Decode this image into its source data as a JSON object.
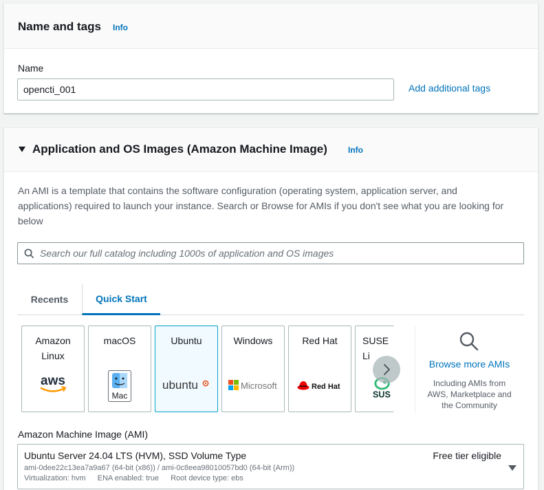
{
  "name_tags": {
    "title": "Name and tags",
    "info": "Info",
    "name_label": "Name",
    "name_value": "opencti_001",
    "add_tags": "Add additional tags"
  },
  "ami_section": {
    "title": "Application and OS Images (Amazon Machine Image)",
    "info": "Info",
    "description_lines": [
      "An AMI is a template that contains the software configuration (operating system, application server, and",
      "applications) required to launch your instance. Search or Browse for AMIs if you don't see what you are looking for",
      "below"
    ],
    "search_placeholder": "Search our full catalog including 1000s of application and OS images",
    "tabs": [
      "Recents",
      "Quick Start"
    ],
    "active_tab": "Quick Start",
    "os_tiles": [
      {
        "name_lines": [
          "Amazon",
          "Linux"
        ],
        "logo": "aws-logo",
        "logo_text": "aws"
      },
      {
        "name_lines": [
          "macOS"
        ],
        "logo": "mac-finder-logo",
        "logo_text": "Mac"
      },
      {
        "name_lines": [
          "Ubuntu"
        ],
        "logo": "ubuntu-logo",
        "logo_text": "ubuntu",
        "selected": true
      },
      {
        "name_lines": [
          "Windows"
        ],
        "logo": "microsoft-logo",
        "logo_text": "Microsoft"
      },
      {
        "name_lines": [
          "Red Hat"
        ],
        "logo": "redhat-logo",
        "logo_text": "Red Hat"
      },
      {
        "name_lines": [
          "SUSE Li"
        ],
        "logo": "suse-logo",
        "logo_text": "SUS"
      }
    ],
    "browse_more": "Browse more AMIs",
    "browse_desc_lines": [
      "Including AMIs from",
      "AWS, Marketplace and",
      "the Community"
    ],
    "ami_label": "Amazon Machine Image (AMI)",
    "ami_selected": {
      "name": "Ubuntu Server 24.04 LTS (HVM), SSD Volume Type",
      "badge": "Free tier eligible",
      "ids": "ami-0dee22c13ea7a9a67 (64-bit (x86)) / ami-0c8eea98010057bd0 (64-bit (Arm))",
      "virtualization": "Virtualization: hvm",
      "ena": "ENA enabled: true",
      "root_device": "Root device type: ebs"
    }
  },
  "colors": {
    "link": "#0073bb",
    "selected_tile_bg": "#f1faff",
    "selected_tile_border": "#00a1c9",
    "ubuntu_orange": "#e95420",
    "redhat_red": "#ee0000",
    "aws_orange": "#ff9900",
    "suse_green": "#30ba78"
  }
}
